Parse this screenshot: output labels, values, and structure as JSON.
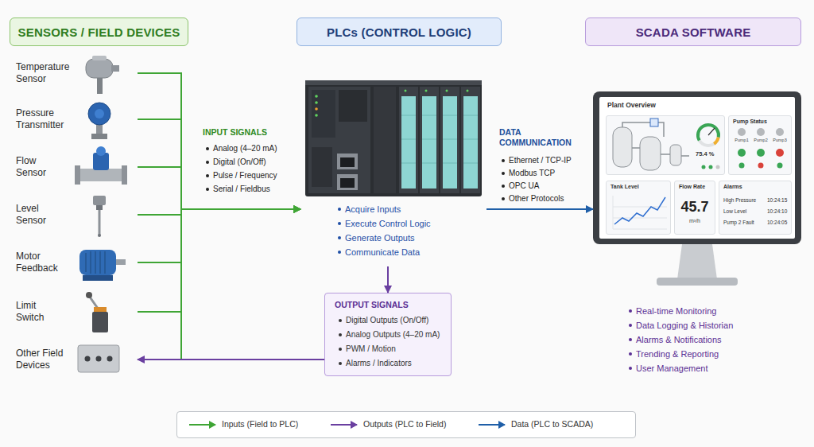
{
  "diagram": {
    "nodes": [
      {
        "text": [
          "SENSORS / FIELD DEVICES"
        ]
      },
      {
        "text": [
          "PLCs (CONTROL LOGIC)"
        ]
      },
      {
        "text": [
          "SCADA SOFTWARE"
        ]
      },
      {
        "text": [
          "Temperature Sensor"
        ]
      },
      {
        "text": [
          "Pressure Transmitter"
        ]
      },
      {
        "text": [
          "Flow Sensor"
        ]
      },
      {
        "text": [
          "Level Sensor"
        ]
      },
      {
        "text": [
          "Motor Feedback"
        ]
      },
      {
        "text": [
          "Limit Switch"
        ]
      },
      {
        "text": [
          "Other Field Devices"
        ]
      },
      {
        "text": [
          "Acquire Inputs",
          "Execute Control Logic",
          "Generate Outputs",
          "Communicate Data"
        ]
      },
      {
        "text": [
          "OUTPUT SIGNALS",
          "Digital Outputs (On/Off)",
          "Analog Outputs (4–20 mA)",
          "PWM / Motion",
          "Alarms / Indicators"
        ]
      },
      {
        "text": [
          "Plant Overview",
          "Real-time Monitoring",
          "Data Logging & Historian",
          "Alarms & Notifications",
          "Trending & Reporting",
          "User Management"
        ]
      },
      {
        "text": [
          "75.4 %"
        ],
        "in": 12
      },
      {
        "text": [
          "Pump Status",
          "Pump1",
          "Pump2",
          "Pump3"
        ],
        "in": 12
      },
      {
        "text": [
          "Tank Level"
        ],
        "in": 12
      },
      {
        "text": [
          "Flow Rate",
          "45.7",
          "m³/h"
        ],
        "in": 12
      },
      {
        "text": [
          "Alarms",
          "High Pressure",
          "10:24:15",
          "Low Level",
          "10:24:10",
          "Pump 2 Fault",
          "10:24:05"
        ],
        "in": 12
      }
    ],
    "edges": [
      {
        "from": 3,
        "to": 10,
        "arrow": "to"
      },
      {
        "from": 4,
        "to": 10,
        "arrow": "to"
      },
      {
        "from": 5,
        "to": 10,
        "arrow": "to"
      },
      {
        "from": 6,
        "to": 10,
        "arrow": "to"
      },
      {
        "from": 7,
        "to": 10,
        "arrow": "to"
      },
      {
        "from": 8,
        "to": 10,
        "arrow": "to"
      },
      {
        "from": 10,
        "to": 11,
        "arrow": "to"
      },
      {
        "from": 11,
        "to": 9,
        "arrow": "to"
      },
      {
        "from": 10,
        "to": 12,
        "arrow": "to"
      }
    ],
    "labels": [
      "INPUT SIGNALS",
      "Analog (4–20 mA)",
      "Digital (On/Off)",
      "Pulse / Frequency",
      "Serial / Fieldbus",
      "DATA COMMUNICATION",
      "Ethernet / TCP-IP",
      "Modbus TCP",
      "OPC UA",
      "Other Protocols"
    ],
    "legend": [
      {
        "text": "Inputs (Field to PLC)"
      },
      {
        "text": "Outputs (PLC to Field)"
      },
      {
        "text": "Data (PLC to SCADA)"
      }
    ]
  }
}
